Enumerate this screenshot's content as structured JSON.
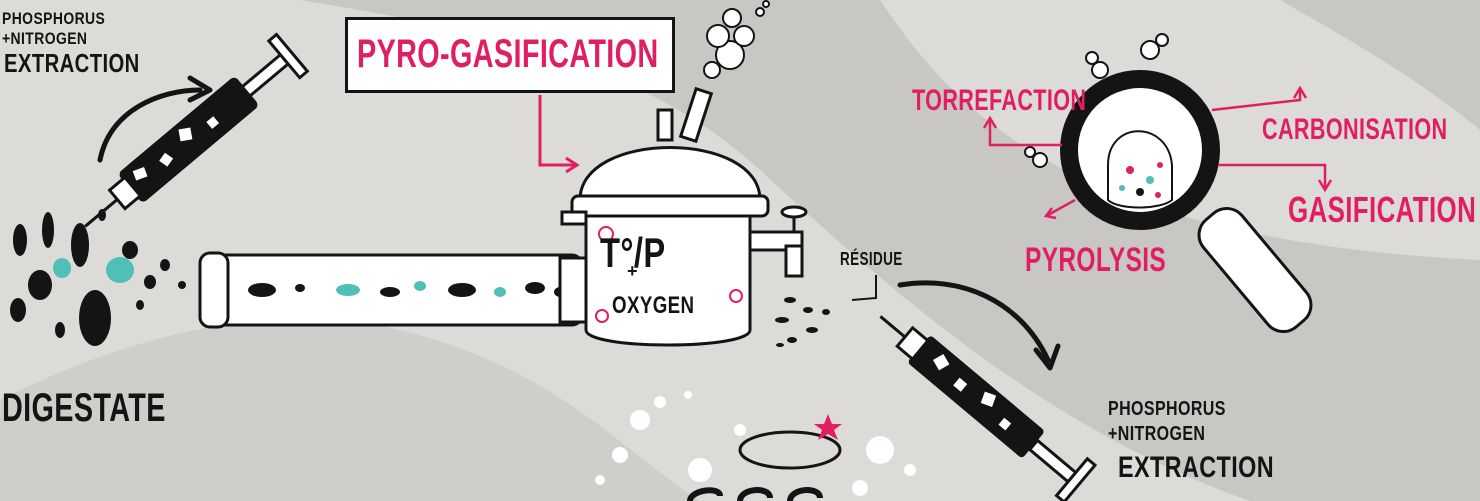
{
  "labels": {
    "extraction_left": {
      "line1": "PHOSPHORUS",
      "line2": "+NITROGEN",
      "line3": "EXTRACTION"
    },
    "digestate": "DIGESTATE",
    "title": "PYRO-GASIFICATION",
    "reactor": {
      "main": "T°/P",
      "plus": "+",
      "sub": "OXYGEN"
    },
    "residue": "RÉSIDUE",
    "processes": {
      "torrefaction": "TORREFACTION",
      "carbonisation": "CARBONISATION",
      "gasification": "GASIFICATION",
      "pyrolysis": "PYROLYSIS"
    },
    "extraction_right": {
      "line1": "PHOSPHORUS",
      "line2": "+NITROGEN",
      "line3": "EXTRACTION"
    }
  },
  "colors": {
    "background": "#dcdbd8",
    "band": "#c8c7c3",
    "ink": "#141414",
    "accent": "#e01f63",
    "teal": "#4fbfb8",
    "white": "#ffffff"
  },
  "icons": [
    "syringe-icon",
    "pipe-icon",
    "reactor-pot-icon",
    "magnifier-icon",
    "steam-icon",
    "spark-icon"
  ]
}
